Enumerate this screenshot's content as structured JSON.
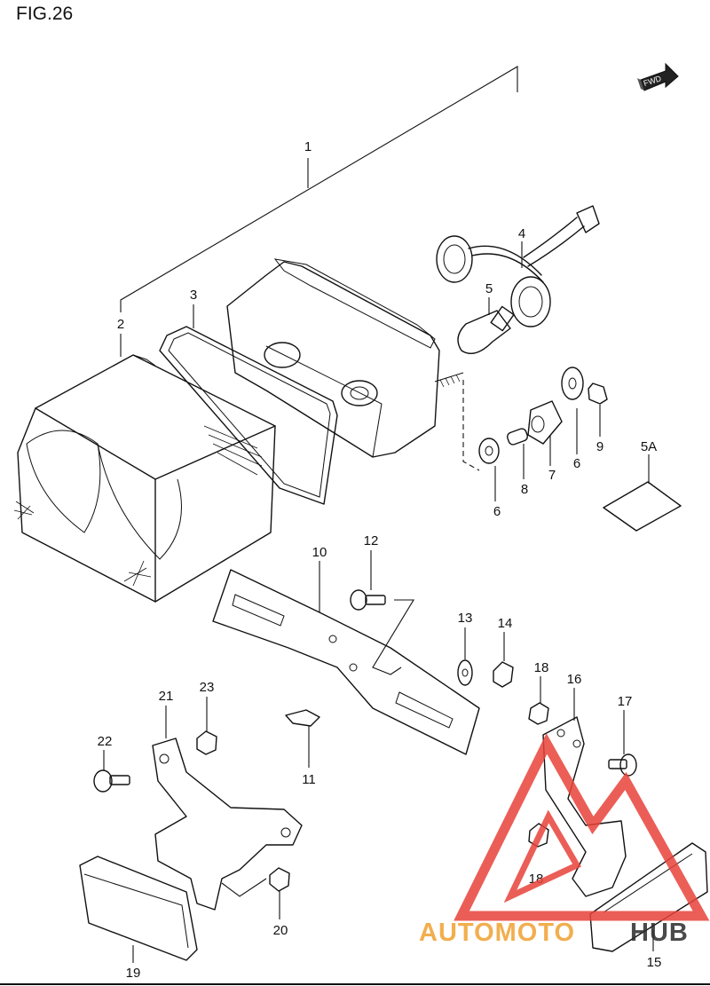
{
  "figure": {
    "title": "FIG.26",
    "direction_badge": "FWD"
  },
  "callouts": [
    {
      "id": "p1",
      "text": "1"
    },
    {
      "id": "p2",
      "text": "2"
    },
    {
      "id": "p3",
      "text": "3"
    },
    {
      "id": "p4",
      "text": "4"
    },
    {
      "id": "p5",
      "text": "5"
    },
    {
      "id": "p5a",
      "text": "5A"
    },
    {
      "id": "p6a",
      "text": "6"
    },
    {
      "id": "p6b",
      "text": "6"
    },
    {
      "id": "p7",
      "text": "7"
    },
    {
      "id": "p8",
      "text": "8"
    },
    {
      "id": "p9",
      "text": "9"
    },
    {
      "id": "p10",
      "text": "10"
    },
    {
      "id": "p11",
      "text": "11"
    },
    {
      "id": "p12",
      "text": "12"
    },
    {
      "id": "p13",
      "text": "13"
    },
    {
      "id": "p14",
      "text": "14"
    },
    {
      "id": "p15",
      "text": "15"
    },
    {
      "id": "p16",
      "text": "16"
    },
    {
      "id": "p17",
      "text": "17"
    },
    {
      "id": "p18a",
      "text": "18"
    },
    {
      "id": "p18b",
      "text": "18"
    },
    {
      "id": "p19",
      "text": "19"
    },
    {
      "id": "p20",
      "text": "20"
    },
    {
      "id": "p21",
      "text": "21"
    },
    {
      "id": "p22",
      "text": "22"
    },
    {
      "id": "p23",
      "text": "23"
    }
  ],
  "watermark": {
    "part1": "AUTOMOTO",
    "part2": "HUB",
    "color_primary": "#e8433a",
    "color_secondary": "#2b2b2b",
    "color_text1": "#f0a030"
  }
}
